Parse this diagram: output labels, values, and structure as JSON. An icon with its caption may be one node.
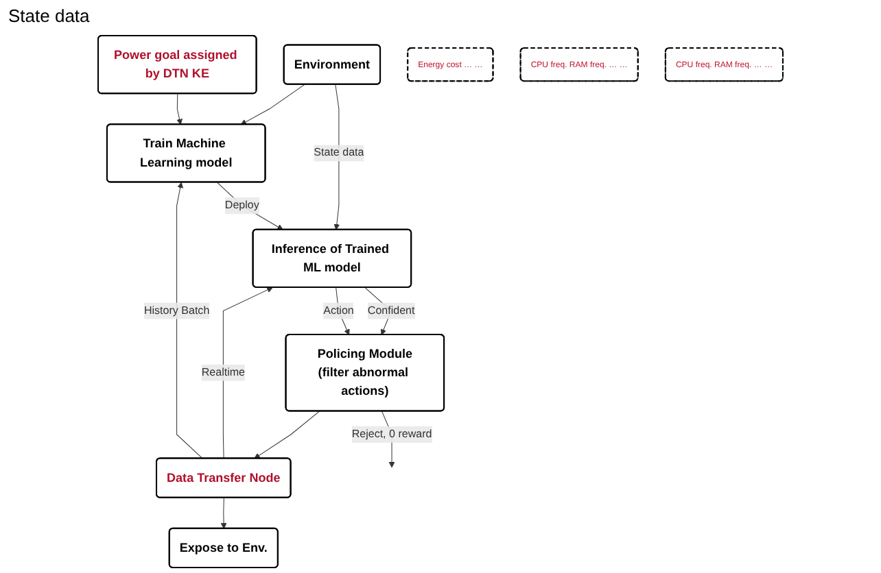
{
  "diagram": {
    "nodes": [
      {
        "text": [
          "Environment"
        ]
      },
      {
        "text": [
          "Expose to Env."
        ]
      },
      {
        "text": [
          "Data Transfer Node"
        ]
      },
      {
        "text": [
          "Inference of Trained ML model"
        ]
      },
      {
        "text": [
          "Policing Module",
          "(filter abnormal actions)"
        ]
      },
      {
        "text": [
          "Train Machine Learning model"
        ]
      },
      {
        "text": [
          "Power goal assigned by DTN KE"
        ]
      },
      {
        "text": [
          "Energy cost … …"
        ]
      },
      {
        "text": [
          "CPU freq. RAM freq. … …"
        ]
      },
      {
        "text": [
          "CPU freq. RAM freq. … …"
        ]
      }
    ],
    "edges": [
      {
        "from": 0,
        "to": 3,
        "arrow": "to",
        "label": "State data"
      },
      {
        "from": 0,
        "to": 5,
        "arrow": "to"
      },
      {
        "from": 2,
        "to": 1,
        "arrow": "to"
      },
      {
        "from": 2,
        "to": 3,
        "arrow": "to",
        "label": "Realtime"
      },
      {
        "from": 2,
        "to": 5,
        "arrow": "to",
        "label": "History Batch"
      },
      {
        "from": 4,
        "to": 2,
        "arrow": "to"
      },
      {
        "from": 4,
        "to": null,
        "arrow": "to",
        "label": "Reject, 0 reward"
      },
      {
        "from": 3,
        "to": 4,
        "arrow": "to",
        "label": "Confident"
      },
      {
        "from": 3,
        "to": 4,
        "arrow": "to",
        "label": "Action"
      },
      {
        "from": 5,
        "to": 3,
        "arrow": "to",
        "label": "Deploy"
      },
      {
        "from": 6,
        "to": 5,
        "arrow": "to"
      }
    ],
    "labels": [
      "State data"
    ]
  }
}
